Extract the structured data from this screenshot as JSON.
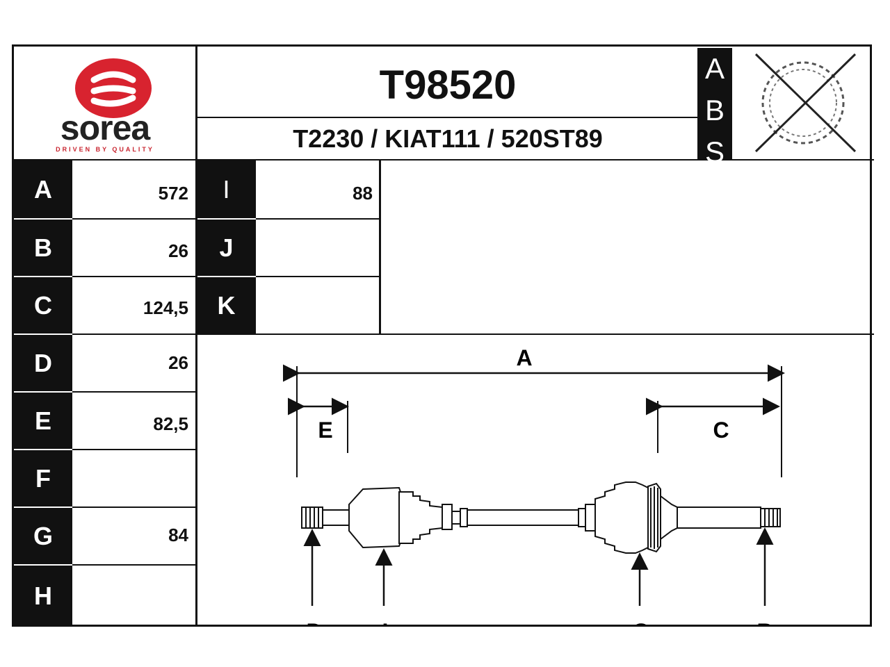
{
  "header": {
    "brand": "sorea",
    "tagline": "DRIVEN BY QUALITY",
    "part_number": "T98520",
    "cross_references": "T2230 / KIAT111 / 520ST89",
    "abs_letters": [
      "A",
      "B",
      "S"
    ],
    "brand_color": "#d8232f"
  },
  "dimensions_left": [
    {
      "label": "A",
      "value": "572"
    },
    {
      "label": "B",
      "value": "26"
    },
    {
      "label": "C",
      "value": "124,5"
    },
    {
      "label": "D",
      "value": "26"
    },
    {
      "label": "E",
      "value": "82,5"
    },
    {
      "label": "F",
      "value": ""
    },
    {
      "label": "G",
      "value": "84"
    },
    {
      "label": "H",
      "value": ""
    }
  ],
  "dimensions_mid": [
    {
      "label": "I",
      "value": "88"
    },
    {
      "label": "J",
      "value": ""
    },
    {
      "label": "K",
      "value": ""
    }
  ],
  "diagram": {
    "labels": {
      "A": "A",
      "E": "E",
      "C": "C",
      "D": "D",
      "I": "I",
      "G": "G",
      "B": "B"
    }
  }
}
